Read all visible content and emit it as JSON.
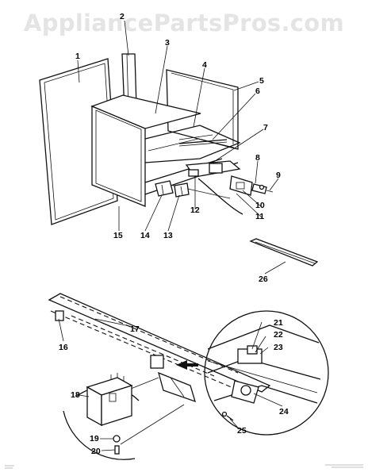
{
  "watermark": "AppliancePartsPros.com",
  "callouts": [
    "1",
    "2",
    "3",
    "4",
    "5",
    "6",
    "7",
    "8",
    "9",
    "10",
    "11",
    "12",
    "13",
    "14",
    "15",
    "16",
    "17",
    "18",
    "19",
    "20",
    "21",
    "22",
    "23",
    "24",
    "25",
    "26"
  ],
  "colors": {
    "line": "#111111",
    "watermark": "#e4e4e4",
    "background": "#ffffff"
  }
}
